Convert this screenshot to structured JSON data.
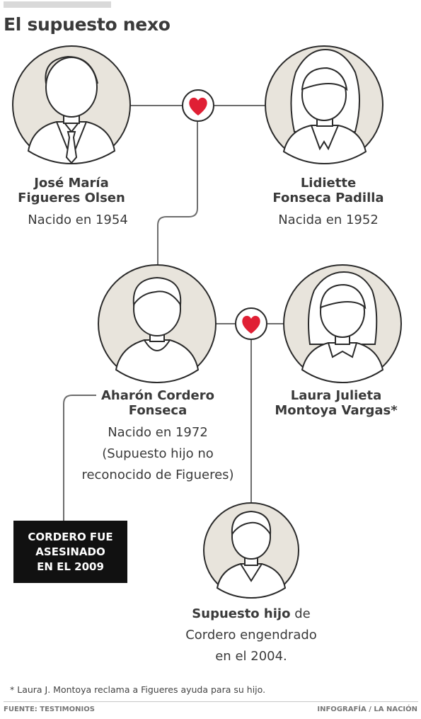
{
  "title": "El supuesto nexo",
  "people": {
    "jose": {
      "name_line1": "José María",
      "name_line2": "Figueres Olsen",
      "info_line1": "Nacido en 1954"
    },
    "lidiette": {
      "name_line1": "Lidiette",
      "name_line2": "Fonseca Padilla",
      "info_line1": "Nacida en 1952"
    },
    "aharon": {
      "name_line1": "Aharón Cordero",
      "name_line2": "Fonseca",
      "info_line1": "Nacido en 1972",
      "info_line2": "(Supuesto hijo no",
      "info_line3": "reconocido de Figueres)"
    },
    "laura": {
      "name_line1": "Laura Julieta",
      "name_line2": "Montoya Vargas*"
    },
    "child": {
      "name_bold": "Supuesto hijo",
      "name_rest": " de",
      "info_line2": "Cordero engendrado",
      "info_line3": "en el 2004."
    }
  },
  "callout": {
    "line1": "CORDERO FUE",
    "line2": "ASESINADO",
    "line3": "EN EL 2009"
  },
  "footnote": "* Laura J. Montoya reclama a Figueres ayuda para su hijo.",
  "source": "FUENTE: TESTIMONIOS",
  "credit": "INFOGRAFÍA / LA NACIÓN",
  "colors": {
    "circle_fill": "#e8e4dc",
    "outline": "#2b2b2b",
    "heart": "#e01f34",
    "connector": "#6d6d6d",
    "callout_bg": "#111111"
  }
}
